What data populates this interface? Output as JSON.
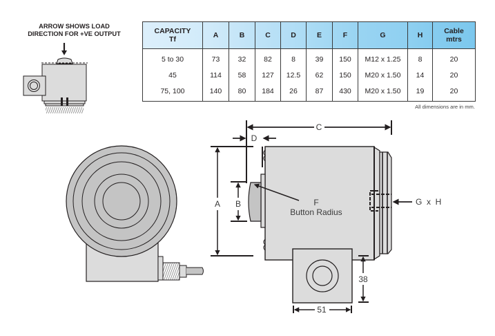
{
  "caption": {
    "line1": "ARROW SHOWS LOAD",
    "line2": "DIRECTION FOR +VE OUTPUT"
  },
  "table": {
    "header_colors": [
      "#dcefFb",
      "#7cc8ee"
    ],
    "columns": [
      {
        "line1": "CAPACITY",
        "line2": "Tf"
      },
      {
        "line1": "A",
        "line2": ""
      },
      {
        "line1": "B",
        "line2": ""
      },
      {
        "line1": "C",
        "line2": ""
      },
      {
        "line1": "D",
        "line2": ""
      },
      {
        "line1": "E",
        "line2": ""
      },
      {
        "line1": "F",
        "line2": ""
      },
      {
        "line1": "G",
        "line2": ""
      },
      {
        "line1": "H",
        "line2": ""
      },
      {
        "line1": "Cable",
        "line2": "mtrs"
      }
    ],
    "rows": [
      [
        "5 to 30",
        "73",
        "32",
        "82",
        "8",
        "39",
        "150",
        "M12 x 1.25",
        "8",
        "20"
      ],
      [
        "45",
        "114",
        "58",
        "127",
        "12.5",
        "62",
        "150",
        "M20 x 1.50",
        "14",
        "20"
      ],
      [
        "75, 100",
        "140",
        "80",
        "184",
        "26",
        "87",
        "430",
        "M20 x 1.50",
        "19",
        "20"
      ]
    ],
    "footnote": "All dimensions are in mm."
  },
  "drawing": {
    "labels": {
      "A": "A",
      "B": "B",
      "C": "C",
      "D": "D",
      "F": "F",
      "button_radius": "Button Radius",
      "gxh": "G  x  H",
      "height_38": "38",
      "width_51": "51"
    },
    "colors": {
      "body_fill": "#dcdcdc",
      "face_fill": "#c4c4c4",
      "outline": "#231f20"
    }
  }
}
